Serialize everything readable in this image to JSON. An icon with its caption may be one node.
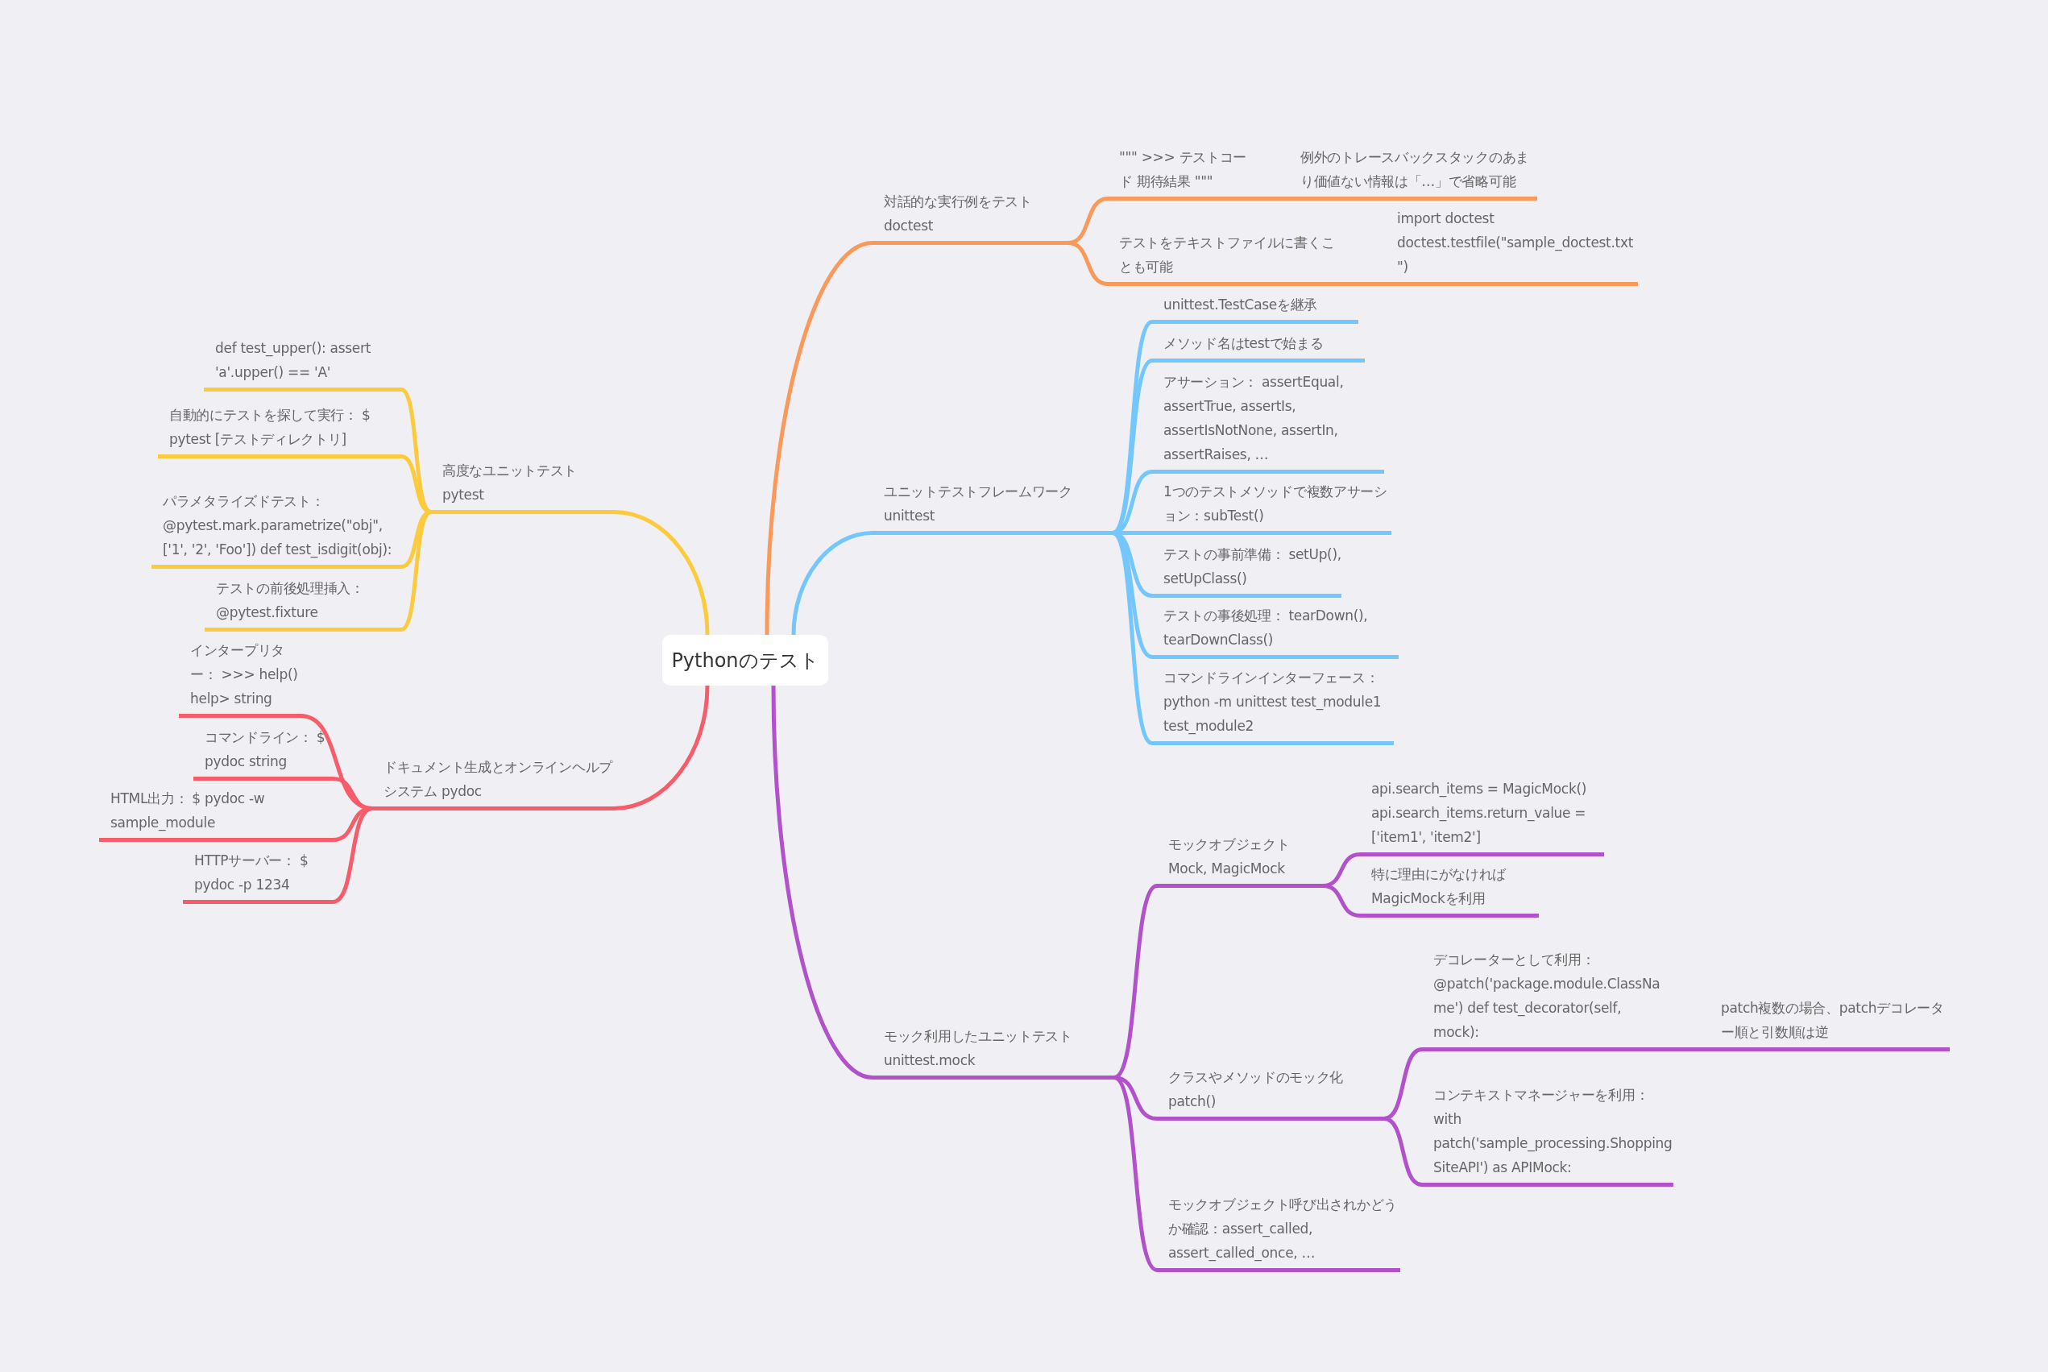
{
  "diagram": {
    "nodes": [
      {
        "text": [
          "Pythonのテスト"
        ]
      },
      {
        "text": [
          "対話的な実行例をテスト doctest"
        ]
      },
      {
        "text": [
          "\"\"\" >>> テストコード 期待結果 \"\"\""
        ]
      },
      {
        "text": [
          "例外のトレースバックスタックのあまり価値ない情報は「…」で省略可能"
        ]
      },
      {
        "text": [
          "テストをテキストファイルに書くことも可能"
        ]
      },
      {
        "text": [
          "import doctest doctest.testfile(\"sample_doctest.txt\")"
        ]
      },
      {
        "text": [
          "ユニットテストフレームワーク unittest"
        ]
      },
      {
        "text": [
          "unittest.TestCaseを継承"
        ]
      },
      {
        "text": [
          "メソッド名はtestで始まる"
        ]
      },
      {
        "text": [
          "アサーション： assertEqual, assertTrue, assertIs, assertIsNotNone, assertIn, assertRaises, …"
        ]
      },
      {
        "text": [
          "1つのテストメソッドで複数アサーション：subTest()"
        ]
      },
      {
        "text": [
          "テストの事前準備： setUp(), setUpClass()"
        ]
      },
      {
        "text": [
          "テストの事後処理： tearDown(), tearDownClass()"
        ]
      },
      {
        "text": [
          "コマンドラインインターフェース：python -m unittest test_module1 test_module2"
        ]
      },
      {
        "text": [
          "モック利用したユニットテスト unittest.mock"
        ]
      },
      {
        "text": [
          "モックオブジェクト Mock, MagicMock"
        ]
      },
      {
        "text": [
          "api.search_items = MagicMock() api.search_items.return_value = ['item1', 'item2']"
        ]
      },
      {
        "text": [
          "特に理由にがなければ MagicMockを利用"
        ]
      },
      {
        "text": [
          "クラスやメソッドのモック化 patch()"
        ]
      },
      {
        "text": [
          "デコレーターとして利用： @patch('package.module.ClassName') def test_decorator(self, mock):"
        ]
      },
      {
        "text": [
          "patch複数の場合、patchデコレーター順と引数順は逆"
        ]
      },
      {
        "text": [
          "コンテキストマネージャーを利用： with patch('sample_processing.ShoppingSiteAPI') as APIMock:"
        ]
      },
      {
        "text": [
          "モックオブジェクト呼び出されかどうか確認：assert_called, assert_called_once, …"
        ]
      },
      {
        "text": [
          "高度なユニットテスト pytest"
        ]
      },
      {
        "text": [
          "def test_upper(): assert 'a'.upper() == 'A'"
        ]
      },
      {
        "text": [
          "自動的にテストを探して実行： $ pytest [テストディレクトリ]"
        ]
      },
      {
        "text": [
          "パラメタライズドテスト： @pytest.mark.parametrize(\"obj\", ['1', '2', 'Foo']) def test_isdigit(obj):"
        ]
      },
      {
        "text": [
          "テストの前後処理挿入： @pytest.fixture"
        ]
      },
      {
        "text": [
          "ドキュメント生成とオンラインヘルプシステム pydoc"
        ]
      },
      {
        "text": [
          "インタープリター： >>> help() help> string"
        ]
      },
      {
        "text": [
          "コマンドライン： $ pydoc string"
        ]
      },
      {
        "text": [
          "HTML出力： $ pydoc -w sample_module"
        ]
      },
      {
        "text": [
          "HTTPサーバー： $ pydoc -p 1234"
        ]
      }
    ],
    "edges": [
      {
        "from": 0,
        "to": 1,
        "arrow": "none",
        "color": "#f9995a"
      },
      {
        "from": 1,
        "to": 2,
        "arrow": "none",
        "color": "#f9995a"
      },
      {
        "from": 2,
        "to": 3,
        "arrow": "none",
        "color": "#f9995a"
      },
      {
        "from": 1,
        "to": 4,
        "arrow": "none",
        "color": "#f9995a"
      },
      {
        "from": 4,
        "to": 5,
        "arrow": "none",
        "color": "#f9995a"
      },
      {
        "from": 0,
        "to": 6,
        "arrow": "none",
        "color": "#74c7fd"
      },
      {
        "from": 6,
        "to": 7,
        "arrow": "none",
        "color": "#74c7fd"
      },
      {
        "from": 6,
        "to": 8,
        "arrow": "none",
        "color": "#74c7fd"
      },
      {
        "from": 6,
        "to": 9,
        "arrow": "none",
        "color": "#74c7fd"
      },
      {
        "from": 6,
        "to": 10,
        "arrow": "none",
        "color": "#74c7fd"
      },
      {
        "from": 6,
        "to": 11,
        "arrow": "none",
        "color": "#74c7fd"
      },
      {
        "from": 6,
        "to": 12,
        "arrow": "none",
        "color": "#74c7fd"
      },
      {
        "from": 6,
        "to": 13,
        "arrow": "none",
        "color": "#74c7fd"
      },
      {
        "from": 0,
        "to": 14,
        "arrow": "none",
        "color": "#b152cb"
      },
      {
        "from": 14,
        "to": 15,
        "arrow": "none",
        "color": "#b152cb"
      },
      {
        "from": 15,
        "to": 16,
        "arrow": "none",
        "color": "#b152cb"
      },
      {
        "from": 15,
        "to": 17,
        "arrow": "none",
        "color": "#b152cb"
      },
      {
        "from": 14,
        "to": 18,
        "arrow": "none",
        "color": "#b152cb"
      },
      {
        "from": 18,
        "to": 19,
        "arrow": "none",
        "color": "#b152cb"
      },
      {
        "from": 19,
        "to": 20,
        "arrow": "none",
        "color": "#b152cb"
      },
      {
        "from": 18,
        "to": 21,
        "arrow": "none",
        "color": "#b152cb"
      },
      {
        "from": 14,
        "to": 22,
        "arrow": "none",
        "color": "#b152cb"
      },
      {
        "from": 0,
        "to": 23,
        "arrow": "none",
        "color": "#fccb3d"
      },
      {
        "from": 23,
        "to": 24,
        "arrow": "none",
        "color": "#fccb3d"
      },
      {
        "from": 23,
        "to": 25,
        "arrow": "none",
        "color": "#fccb3d"
      },
      {
        "from": 23,
        "to": 26,
        "arrow": "none",
        "color": "#fccb3d"
      },
      {
        "from": 23,
        "to": 27,
        "arrow": "none",
        "color": "#fccb3d"
      },
      {
        "from": 0,
        "to": 28,
        "arrow": "none",
        "color": "#f65c69"
      },
      {
        "from": 28,
        "to": 29,
        "arrow": "none",
        "color": "#f65c69"
      },
      {
        "from": 28,
        "to": 30,
        "arrow": "none",
        "color": "#f65c69"
      },
      {
        "from": 28,
        "to": 31,
        "arrow": "none",
        "color": "#f65c69"
      },
      {
        "from": 28,
        "to": 32,
        "arrow": "none",
        "color": "#f65c69"
      }
    ]
  }
}
